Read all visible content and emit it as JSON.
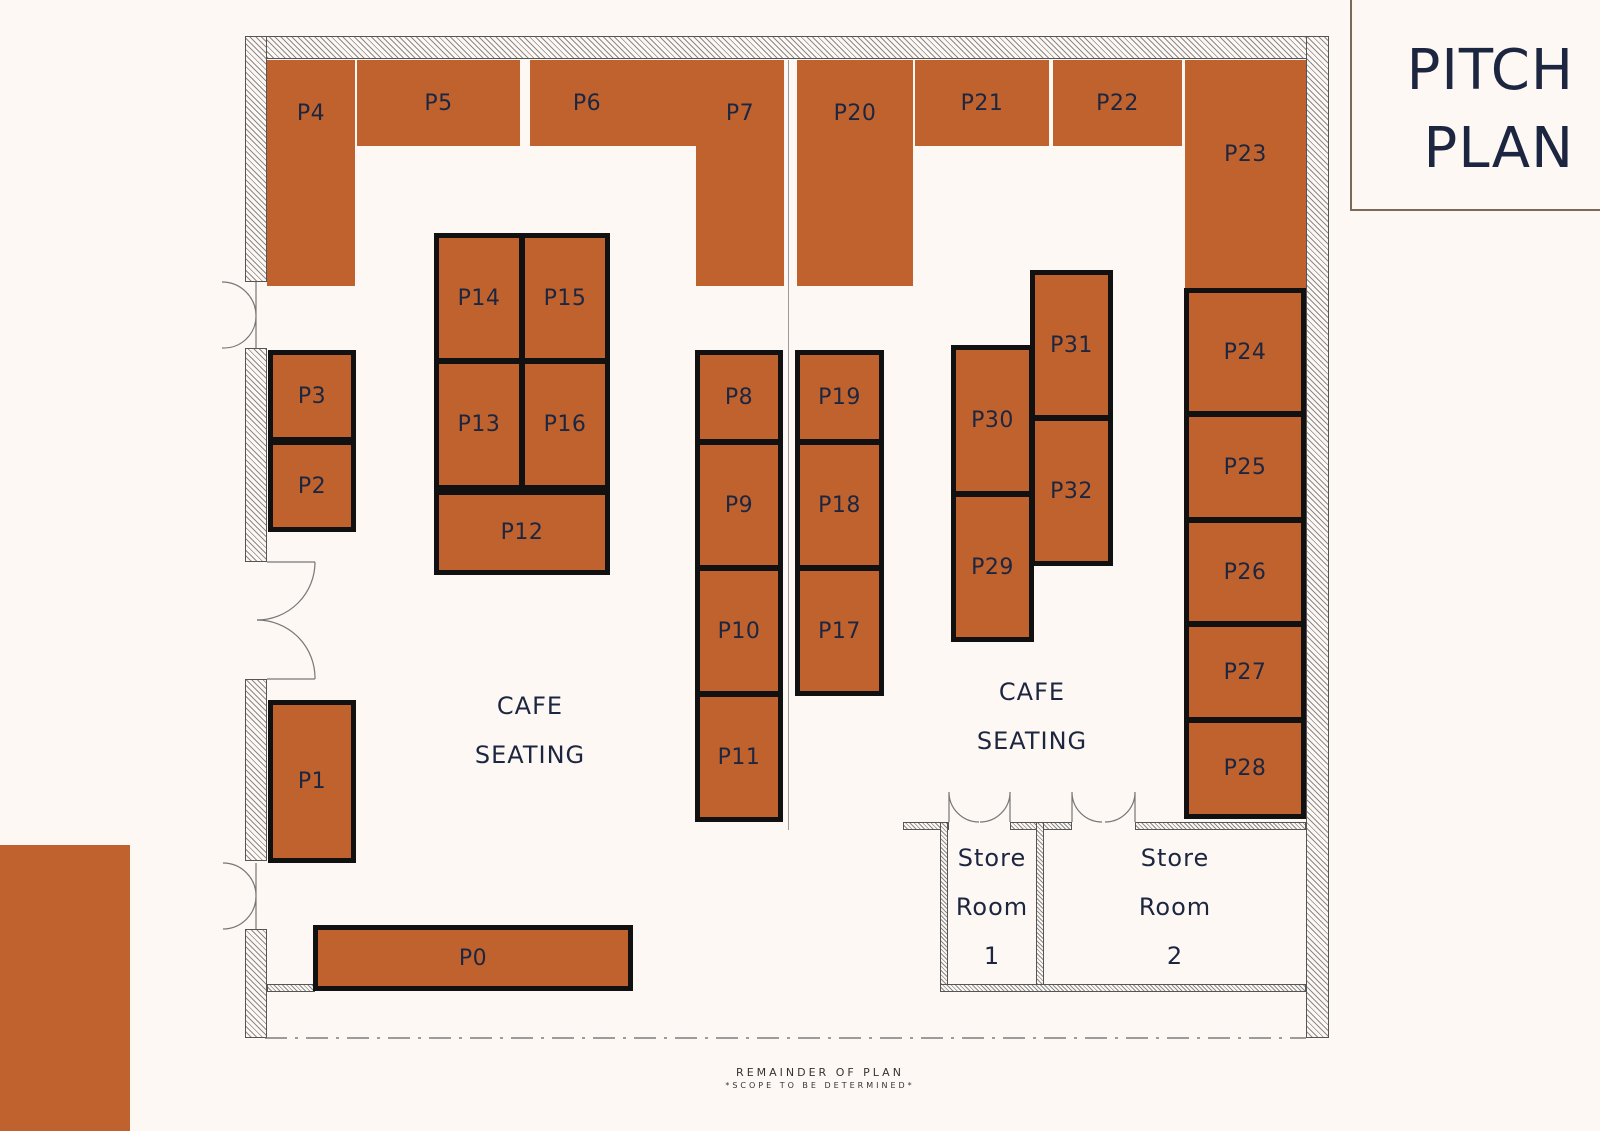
{
  "title": {
    "line1": "PITCH",
    "line2": "PLAN"
  },
  "cafe_left": {
    "line1": "CAFE",
    "line2": "SEATING"
  },
  "cafe_right": {
    "line1": "CAFE",
    "line2": "SEATING"
  },
  "store_room_1": {
    "line1": "Store",
    "line2": "Room",
    "line3": "1"
  },
  "store_room_2": {
    "line1": "Store",
    "line2": "Room",
    "line3": "2"
  },
  "remainder": {
    "line1": "REMAINDER OF PLAN",
    "line2": "*SCOPE TO BE DETERMINED*"
  },
  "pitches": {
    "p0": "P0",
    "p1": "P1",
    "p2": "P2",
    "p3": "P3",
    "p4": "P4",
    "p5": "P5",
    "p6": "P6",
    "p7": "P7",
    "p8": "P8",
    "p9": "P9",
    "p10": "P10",
    "p11": "P11",
    "p12": "P12",
    "p13": "P13",
    "p14": "P14",
    "p15": "P15",
    "p16": "P16",
    "p17": "P17",
    "p18": "P18",
    "p19": "P19",
    "p20": "P20",
    "p21": "P21",
    "p22": "P22",
    "p23": "P23",
    "p24": "P24",
    "p25": "P25",
    "p26": "P26",
    "p27": "P27",
    "p28": "P28",
    "p29": "P29",
    "p30": "P30",
    "p31": "P31",
    "p32": "P32"
  },
  "colors": {
    "pitch": "#bf622d",
    "background": "#fdf8f3",
    "text": "#1d2640",
    "outline": "#111111"
  }
}
